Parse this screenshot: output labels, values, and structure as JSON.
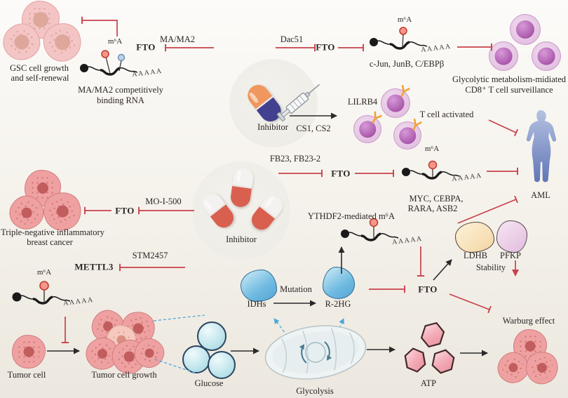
{
  "diagram": {
    "title_hint": "FTO / m6A signaling in cancer pathway diagram",
    "labels": {
      "gsc_line1": "GSC cell growth",
      "gsc_line2": "and self-renewal",
      "m6a": "m⁶A",
      "polyA": "AAAAA",
      "mama2_bind1": "MA/MA2 competitively",
      "mama2_bind2": "binding RNA",
      "fto": "FTO",
      "mettl3": "METTL3",
      "mama2": "MA/MA2",
      "dac51": "Dac51",
      "cjun": "c-Jun, JunB, C/EBPβ",
      "glyc_line1": "Glycolytic metabolism-midiated",
      "glyc_line2": "CD8⁺ T cell surveillance",
      "inhibitor": "Inhibitor",
      "cs": "CS1, CS2",
      "lilrb4": "LILRB4",
      "t_activated": "T cell activated",
      "aml": "AML",
      "fb23": "FB23, FB23-2",
      "myc_line1": "MYC, CEBPA,",
      "myc_line2": "RARA, ASB2",
      "mo_i_500": "MO-I-500",
      "tnbc_line1": "Triple-negative inflammatory",
      "tnbc_line2": "breast cancer",
      "stm2457": "STM2457",
      "ythdf2": "YTHDF2-mediated m⁶A",
      "ldhb": "LDHB",
      "pfkp": "PFKP",
      "stability": "Stability",
      "idhs": "IDHs",
      "mutation": "Mutation",
      "r2hg": "R-2HG",
      "warburg": "Warburg effect",
      "tumor_cell": "Tumor cell",
      "tumor_growth": "Tumor cell growth",
      "glucose": "Glucose",
      "glycolysis": "Glycolysis",
      "atp": "ATP"
    },
    "colors": {
      "inhibition_line": "#c8414b",
      "black_arrow": "#2a2a2a",
      "dashed_blue": "#4da6dd",
      "text": "#2b2424",
      "m6a_mark": "#f4978a",
      "purple_cell": "#aa58ab",
      "pink_cell": "#efa1a1"
    }
  }
}
